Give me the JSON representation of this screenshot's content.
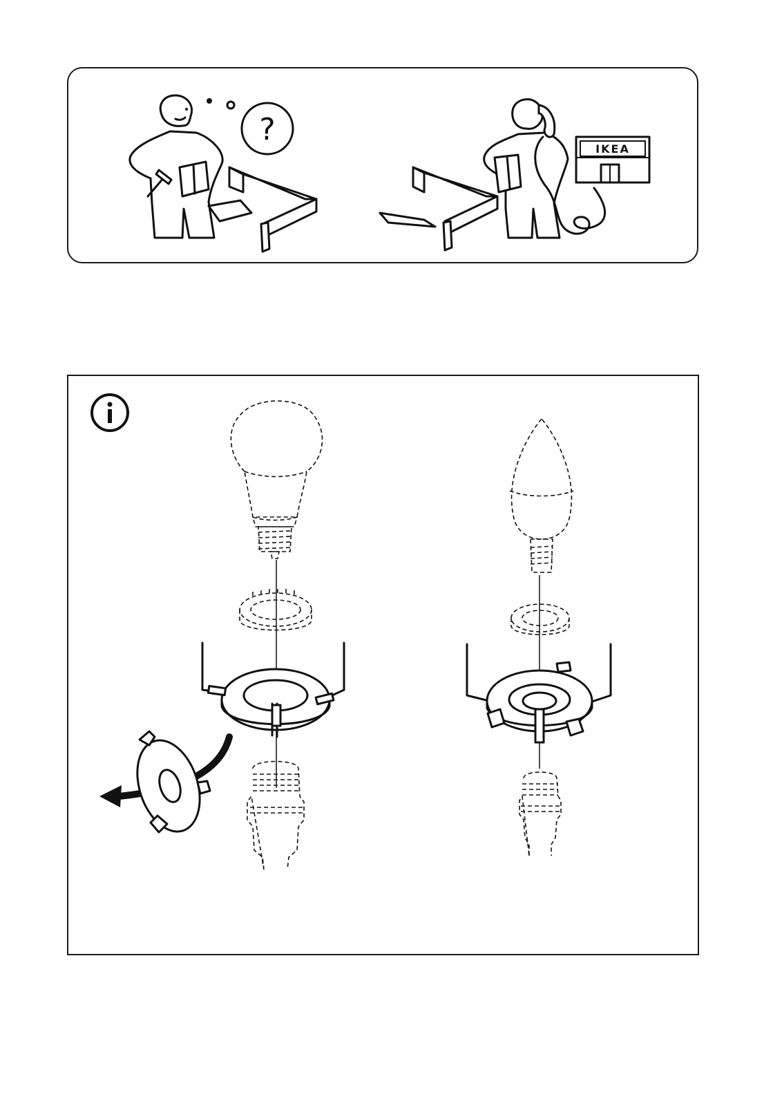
{
  "help_panel": {
    "store_sign": "IKEA",
    "question_icon": "question-mark-icon"
  },
  "info_panel": {
    "info_icon": "info-icon",
    "bulbs": [
      "globe-bulb",
      "candle-bulb"
    ]
  }
}
